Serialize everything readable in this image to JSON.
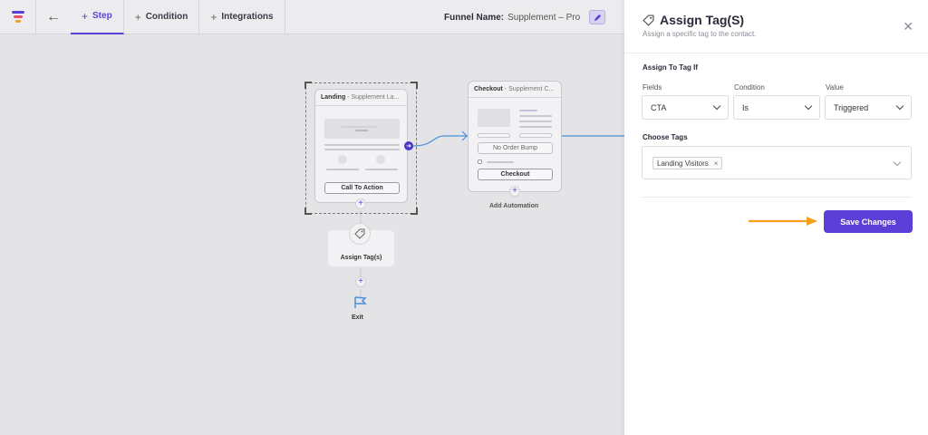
{
  "topbar": {
    "tabs": [
      {
        "label": "Step",
        "active": true
      },
      {
        "label": "Condition",
        "active": false
      },
      {
        "label": "Integrations",
        "active": false
      }
    ],
    "funnel_label": "Funnel Name:",
    "funnel_value": "Supplement – Pro"
  },
  "canvas": {
    "landing": {
      "title": "Landing",
      "subtitle": "- Supplement La...",
      "button": "Call To Action"
    },
    "checkout": {
      "title": "Checkout",
      "subtitle": "- Supplement C...",
      "bump": "No Order Bump",
      "button": "Checkout",
      "add_automation": "Add Automation"
    },
    "assign_node": {
      "label": "Assign Tag(s)"
    },
    "exit": {
      "label": "Exit"
    }
  },
  "panel": {
    "title": "Assign Tag(S)",
    "subtitle": "Assign a specific tag to the contact.",
    "section_title": "Assign To Tag If",
    "fields_label": "Fields",
    "condition_label": "Condition",
    "value_label": "Value",
    "field_value": "CTA",
    "condition_value": "Is",
    "value_value": "Triggered",
    "choose_tags_label": "Choose Tags",
    "tags": [
      "Landing Visitors"
    ],
    "save_label": "Save Changes"
  },
  "colors": {
    "accent": "#5b3fd6",
    "arrow": "#f5a01e",
    "connector": "#4a90d9"
  },
  "icons": {
    "logo": "funnel-logo-icon",
    "back": "arrow-left-icon",
    "edit": "pencil-icon",
    "tag": "tag-icon",
    "close": "close-icon",
    "exit": "flag-icon"
  }
}
